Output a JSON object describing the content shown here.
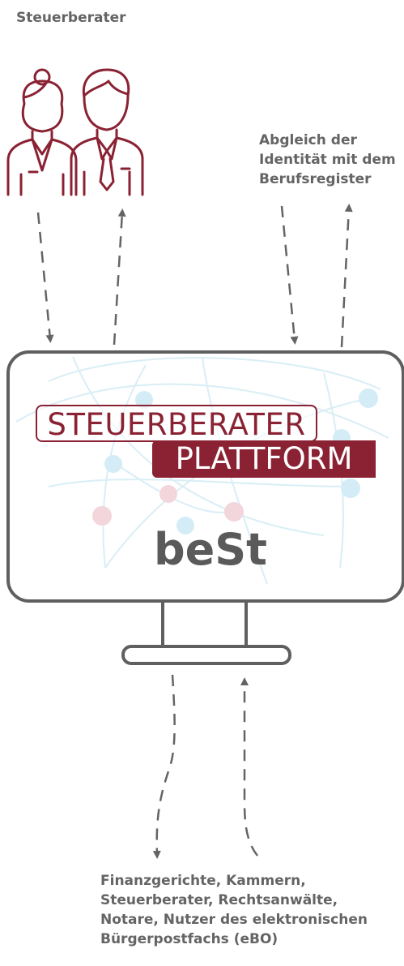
{
  "labels": {
    "top": "Steuerberater",
    "identity": [
      "Abgleich der",
      "Identität mit dem",
      "Berufsregister"
    ],
    "bottom": [
      "Finanzgerichte, Kammern,",
      "Steuerberater, Rechtsanwälte,",
      "Notare, Nutzer des elektronischen",
      "Bürgerpostfachs (eBO)"
    ]
  },
  "logo": {
    "line1": "STEUERBERATER",
    "line2": "PLATTFORM",
    "short": "beSt"
  },
  "colors": {
    "brand": "#8a2233",
    "text": "#646464",
    "monitor": "#5f5f5f",
    "network_blue": "#d4ecf5",
    "network_pink": "#f2d6dc"
  },
  "icons": [
    "people-icon",
    "monitor-icon",
    "network-icon"
  ]
}
